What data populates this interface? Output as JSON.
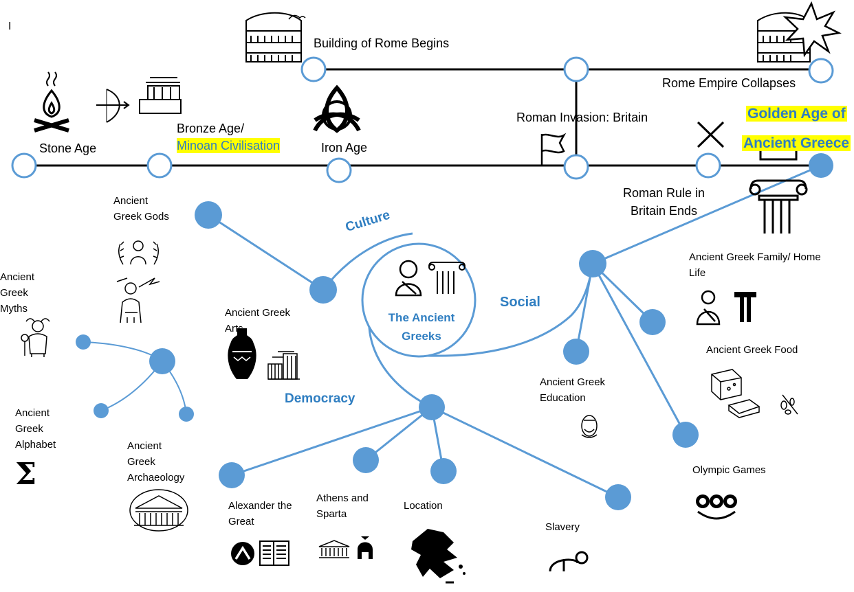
{
  "cursor": "I",
  "timeline": {
    "stone_age": "Stone Age",
    "bronze_age_line1": "Bronze Age/",
    "bronze_age_line2": "Minoan Civilisation",
    "iron_age": "Iron Age",
    "roman_invasion": "Roman Invasion: Britain",
    "golden_age_line1": "Golden Age of",
    "golden_age_line2": "Ancient Greece",
    "roman_rule_line1": "Roman Rule in",
    "roman_rule_line2": "Britain Ends",
    "rome_begins": "Building of Rome Begins",
    "rome_collapses": "Rome Empire Collapses"
  },
  "center": {
    "title_line1": "The Ancient",
    "title_line2": "Greeks"
  },
  "branches": {
    "culture": "Culture",
    "social": "Social",
    "democracy": "Democracy"
  },
  "topics": {
    "gods": [
      "Ancient",
      "Greek Gods"
    ],
    "myths": [
      "Ancient",
      "Greek",
      "Myths"
    ],
    "arts": [
      "Ancient Greek",
      "Arts"
    ],
    "alphabet": [
      "Ancient",
      "Greek",
      "Alphabet"
    ],
    "archaeology": [
      "Ancient",
      "Greek",
      "Archaeology"
    ],
    "family": [
      "Ancient Greek Family/ Home",
      "Life"
    ],
    "food": [
      "Ancient Greek Food"
    ],
    "education": [
      "Ancient Greek",
      "Education"
    ],
    "olympics": [
      "Olympic Games"
    ],
    "alexander": [
      "Alexander the",
      "Great"
    ],
    "athens": [
      "Athens and",
      "Sparta"
    ],
    "location": [
      "Location"
    ],
    "slavery": [
      "Slavery"
    ]
  },
  "icons": {
    "alphabet_glyph": "Σ",
    "names": [
      "campfire-icon",
      "bow-arrow-icon",
      "temple-icon",
      "colosseum-icon",
      "triquetra-icon",
      "flag-icon",
      "cross-icon",
      "explosion-icon",
      "column-icon",
      "god-icon",
      "zeus-icon",
      "minotaur-icon",
      "amphora-icon",
      "ruins-icon",
      "parthenon-icon",
      "philosopher-icon",
      "cheese-icon",
      "olive-icon",
      "olympic-rings-icon",
      "helmet-icon",
      "book-icon",
      "greece-map-icon",
      "chain-icon"
    ]
  },
  "colors": {
    "node_blue": "#5b9bd5",
    "node_stroke": "#5b9bd5",
    "label_blue": "#2f7ec1",
    "highlight": "#ffff00",
    "timeline_line": "#000000"
  }
}
